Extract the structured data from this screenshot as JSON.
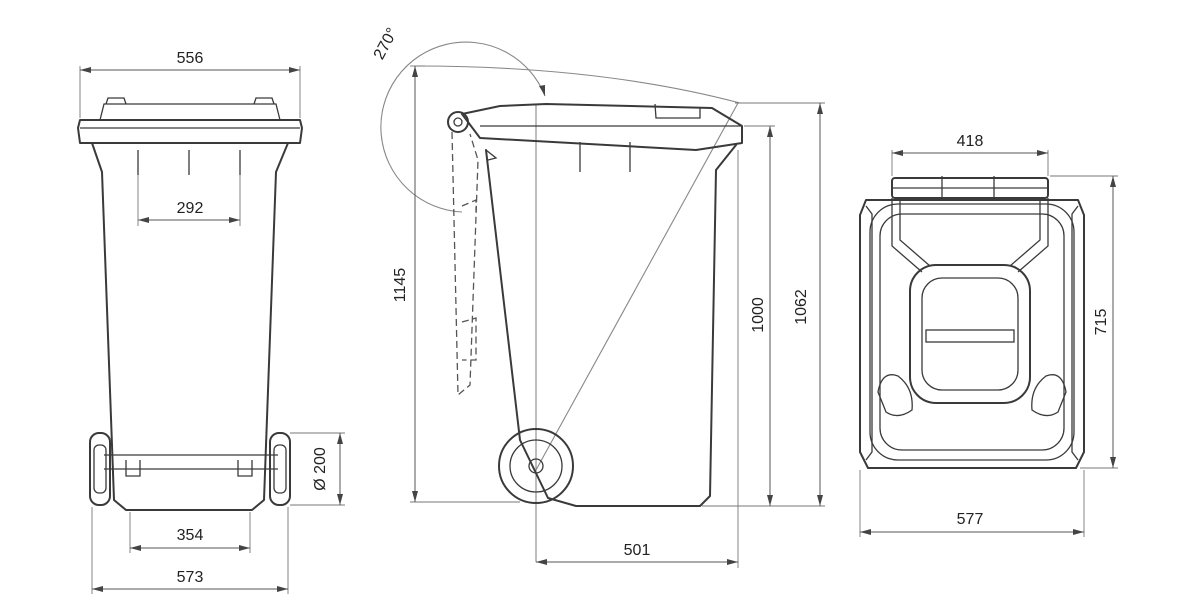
{
  "drawing": {
    "front_view": {
      "top_width": "556",
      "handle_span": "292",
      "base_span": "354",
      "axle_width": "573",
      "wheel_diameter": "Ø 200"
    },
    "side_view": {
      "lid_rotation": "270°",
      "total_height_open": "1145",
      "body_height": "1000",
      "total_height": "1062",
      "depth": "501"
    },
    "top_view": {
      "lid_width": "418",
      "depth": "715",
      "overall_width": "577"
    }
  }
}
